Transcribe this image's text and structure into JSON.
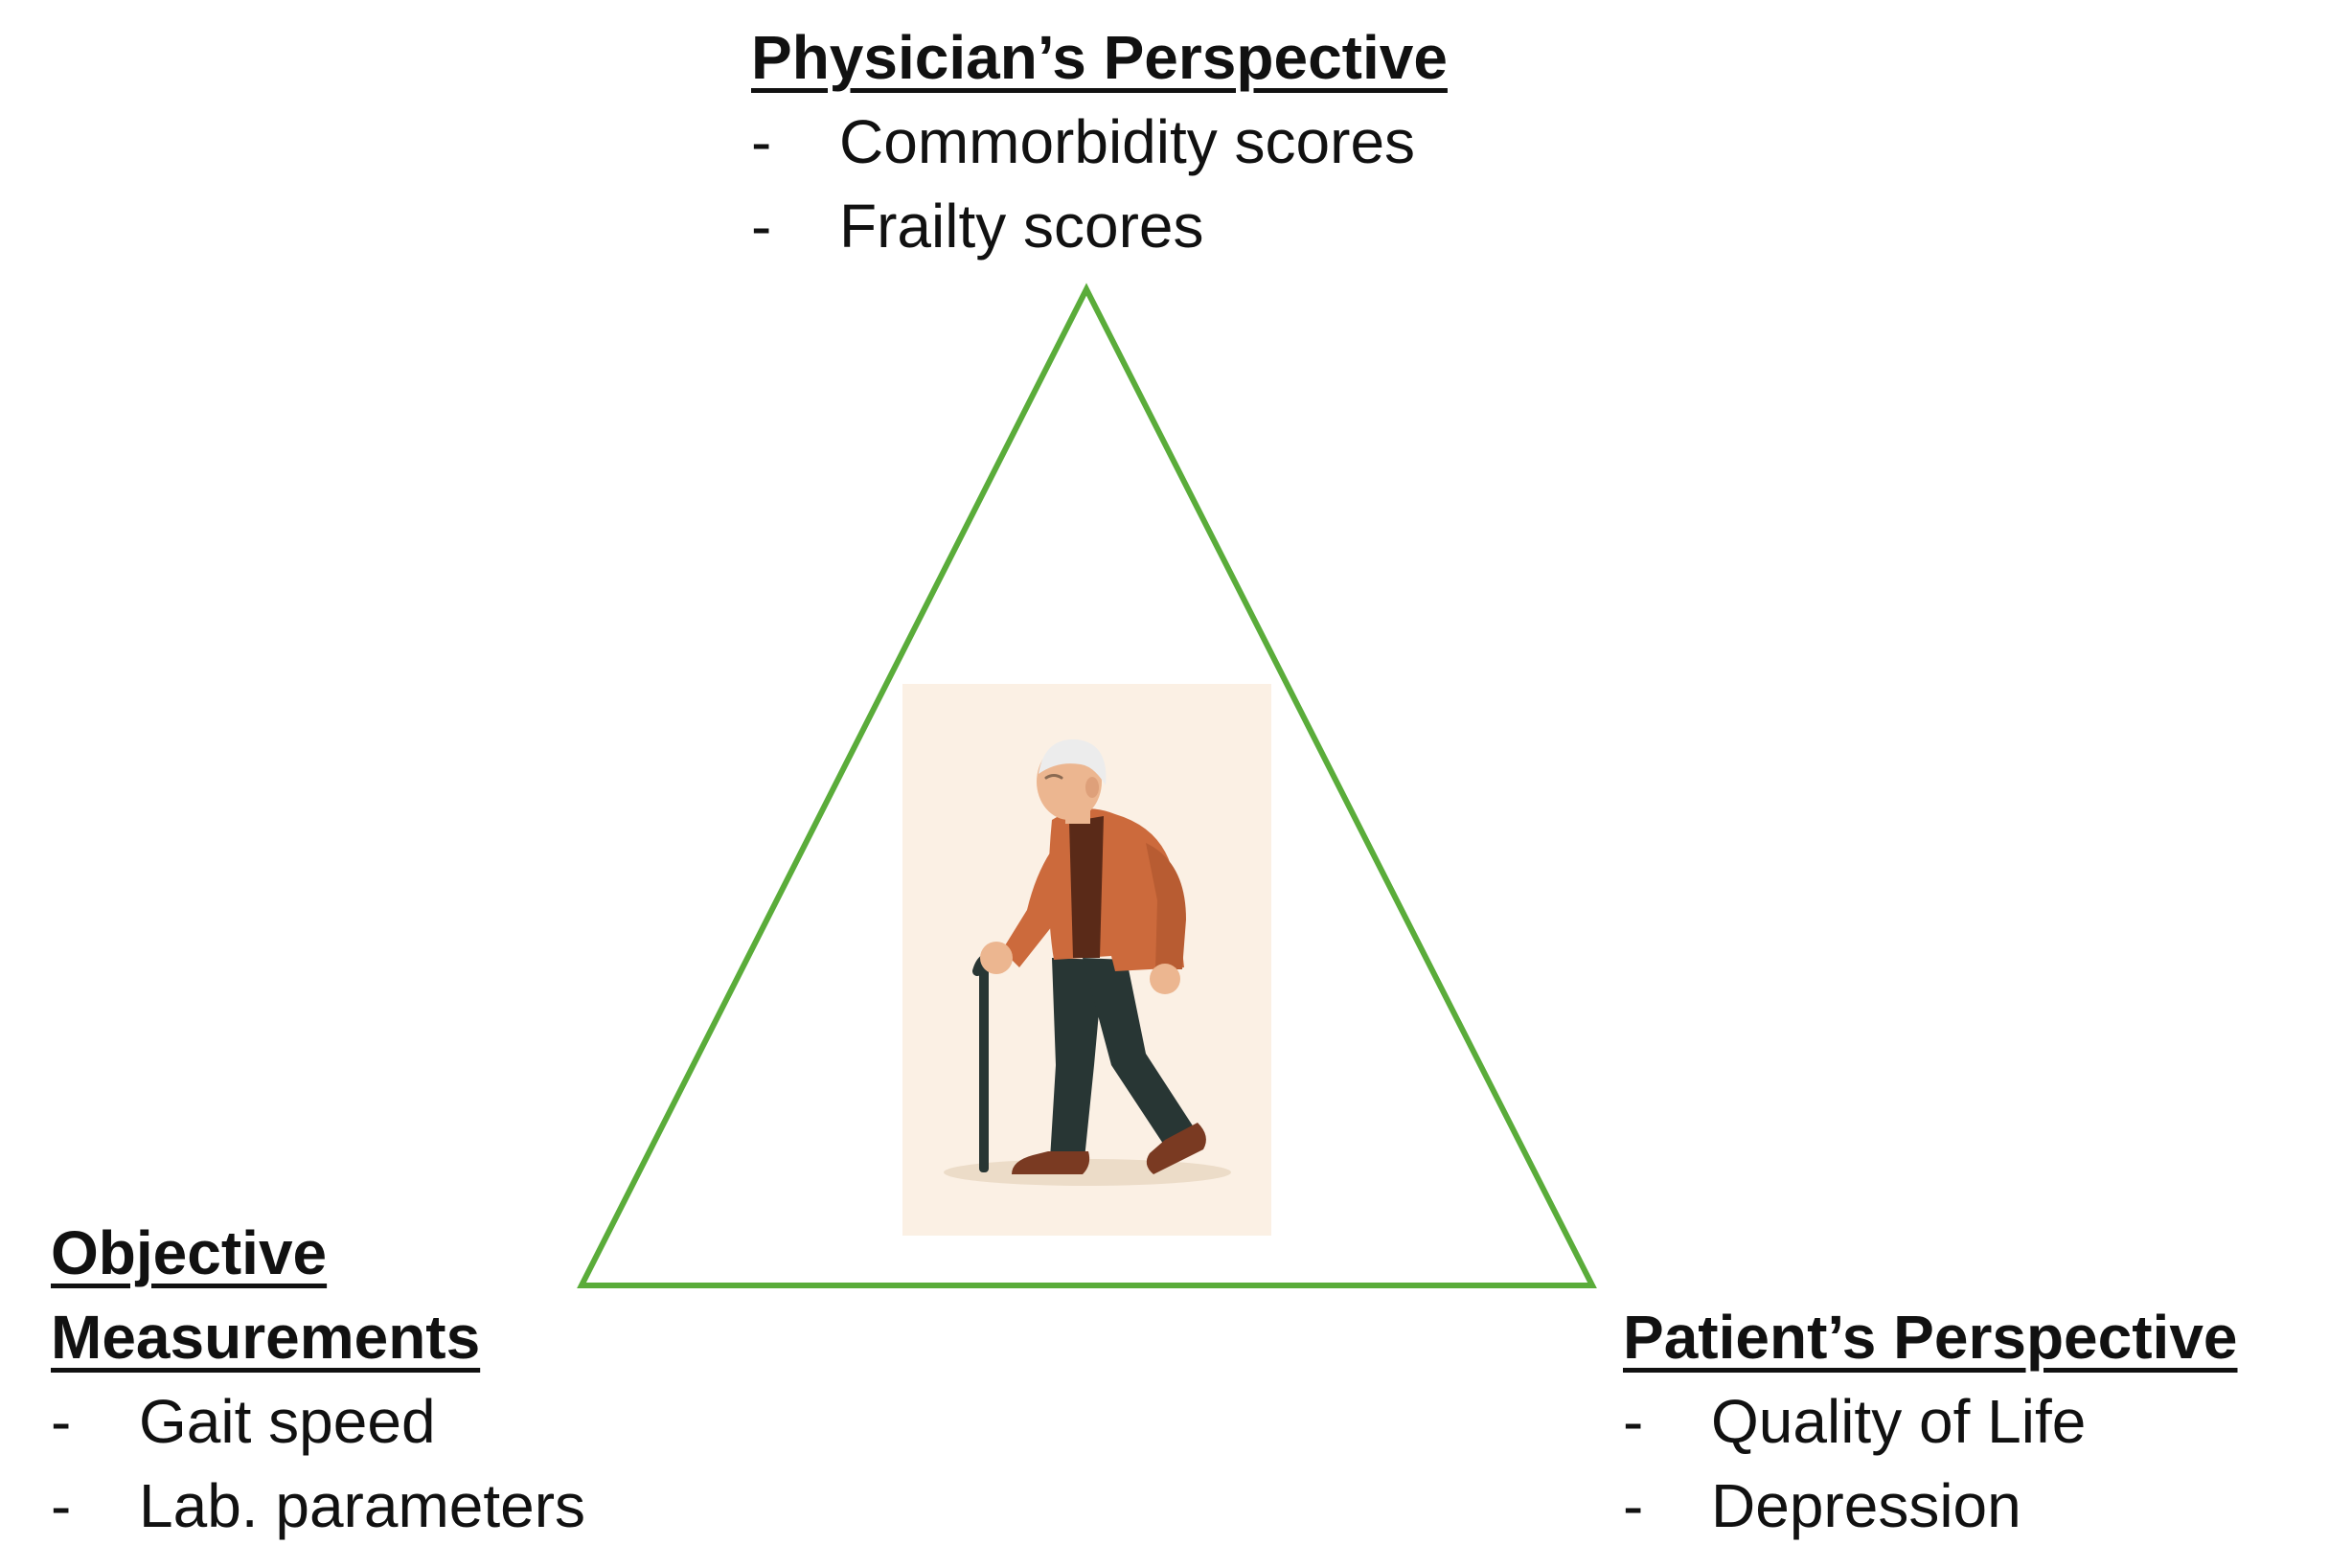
{
  "top": {
    "heading": "Physician’s Perspective",
    "items": [
      "Commorbidity scores",
      "Frailty scores"
    ]
  },
  "left": {
    "heading_line1": "Objective",
    "heading_line2": "Measurements",
    "items": [
      "Gait speed",
      "Lab. parameters"
    ]
  },
  "right": {
    "heading": "Patient’s Perspective",
    "items": [
      "Quality of Life",
      "Depression"
    ]
  },
  "colors": {
    "triangle": "#5aac3a",
    "panel": "#fbf0e4",
    "jacket": "#cc6a3c",
    "pants": "#283634",
    "shirt": "#5a2a18",
    "skin": "#ecb690",
    "hair": "#ececec",
    "cane": "#283634",
    "shoes": "#7a3a22"
  },
  "list_marker": "-"
}
